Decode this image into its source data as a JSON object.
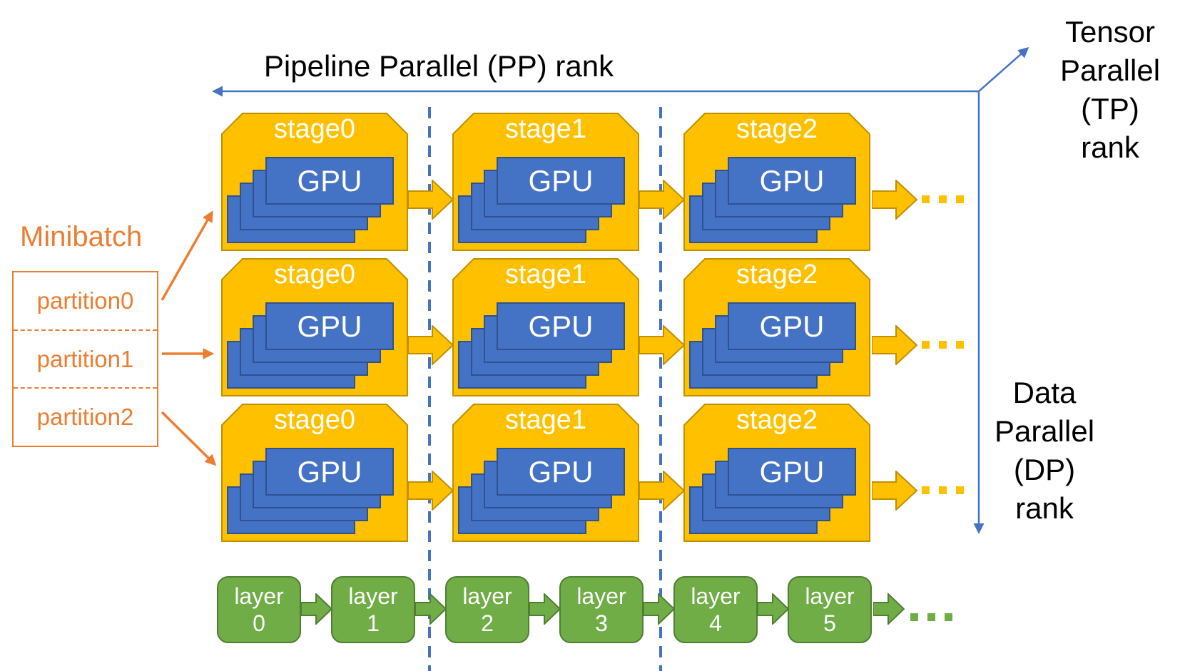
{
  "pp_axis_label": "Pipeline Parallel (PP) rank",
  "tp_axis_label_lines": [
    "Tensor",
    "Parallel",
    "(TP)",
    "rank"
  ],
  "dp_axis_label_lines": [
    "Data",
    "Parallel",
    "(DP)",
    "rank"
  ],
  "minibatch": {
    "title": "Minibatch",
    "partitions": [
      "partition0",
      "partition1",
      "partition2"
    ]
  },
  "stages": {
    "column_labels": [
      "stage0",
      "stage1",
      "stage2"
    ],
    "rows": 3,
    "gpu_label": "GPU",
    "gpus_per_stage": 4,
    "ellipsis": "..."
  },
  "layers": {
    "word": "layer",
    "numbers": [
      "0",
      "1",
      "2",
      "3",
      "4",
      "5"
    ],
    "ellipsis": "..."
  },
  "colors": {
    "stage_fill": "#FFC000",
    "stage_border": "#BF9000",
    "gpu_fill": "#4472C4",
    "gpu_border": "#2F528F",
    "layer_fill": "#70AD47",
    "layer_border": "#507E32",
    "minibatch_accent": "#ED7D31",
    "axis_blue": "#4472C4",
    "text_black": "#000000",
    "text_white": "#FFFFFF"
  }
}
